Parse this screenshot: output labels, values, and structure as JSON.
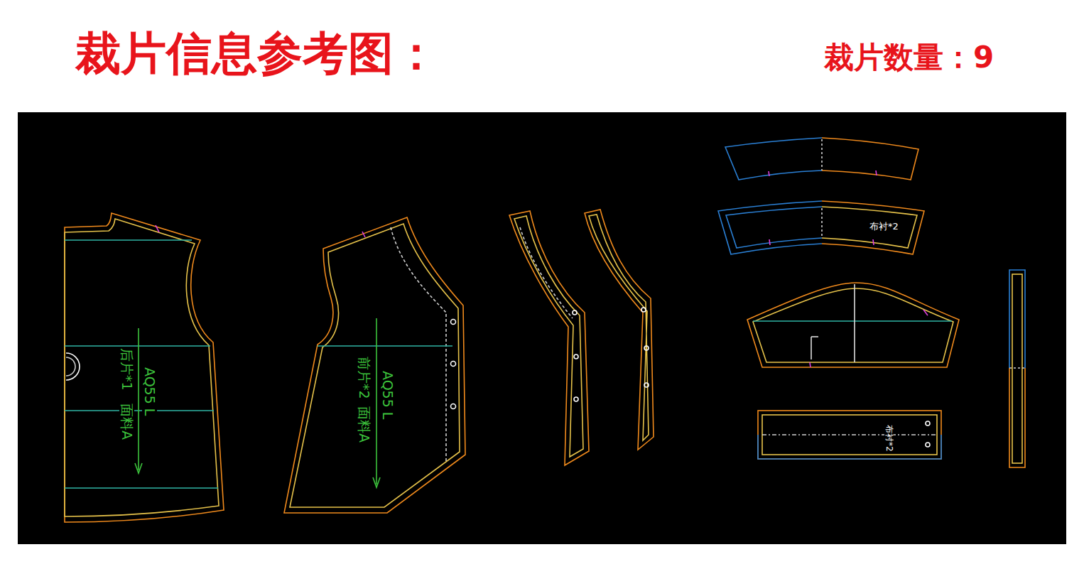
{
  "diagram": {
    "title": "裁片信息参考图：",
    "labels": [
      "裁片数量：9",
      "后片*1",
      "AQ55 L",
      "面料A",
      "前片*2",
      "AQ55 L",
      "面料A",
      "布衬*2",
      "布衬*2"
    ]
  }
}
